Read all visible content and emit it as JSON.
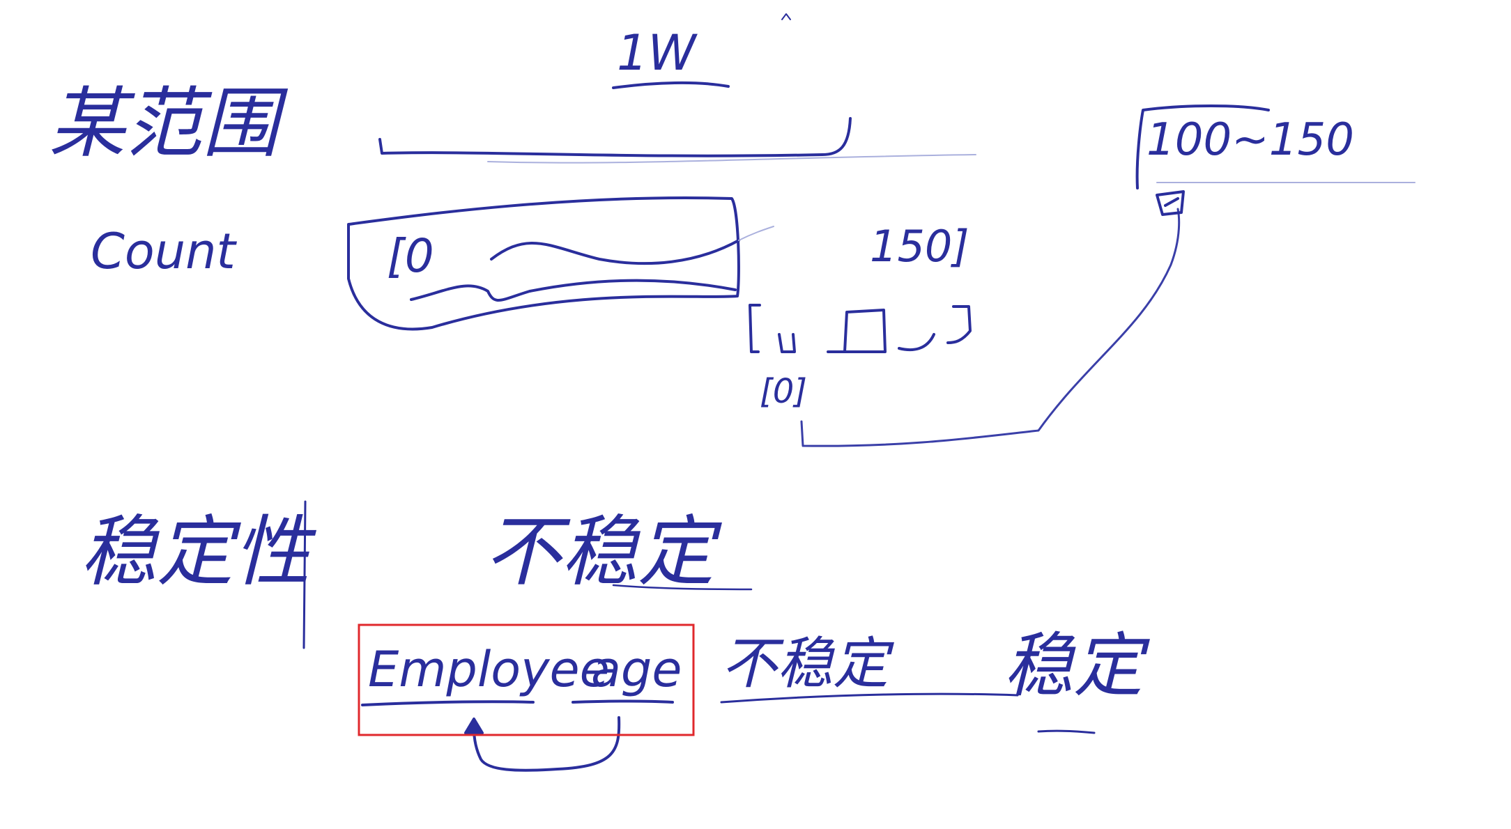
{
  "board": {
    "ink_color": "#2a2e9c",
    "highlight_color": "#e0282c",
    "background": "#ffffff"
  },
  "labels": {
    "range_label": "某范围",
    "one_w": "1W",
    "count": "Count",
    "bracket_zero": "[0",
    "bracket_150": "150]",
    "zero_bracket": "[0]",
    "range_100_150": "100~150",
    "stable_label": "稳定性",
    "unstable_label": "不稳定",
    "employee": "Employee",
    "age": "age",
    "not_stable_right": "不稳定",
    "stable_right": "稳定"
  }
}
